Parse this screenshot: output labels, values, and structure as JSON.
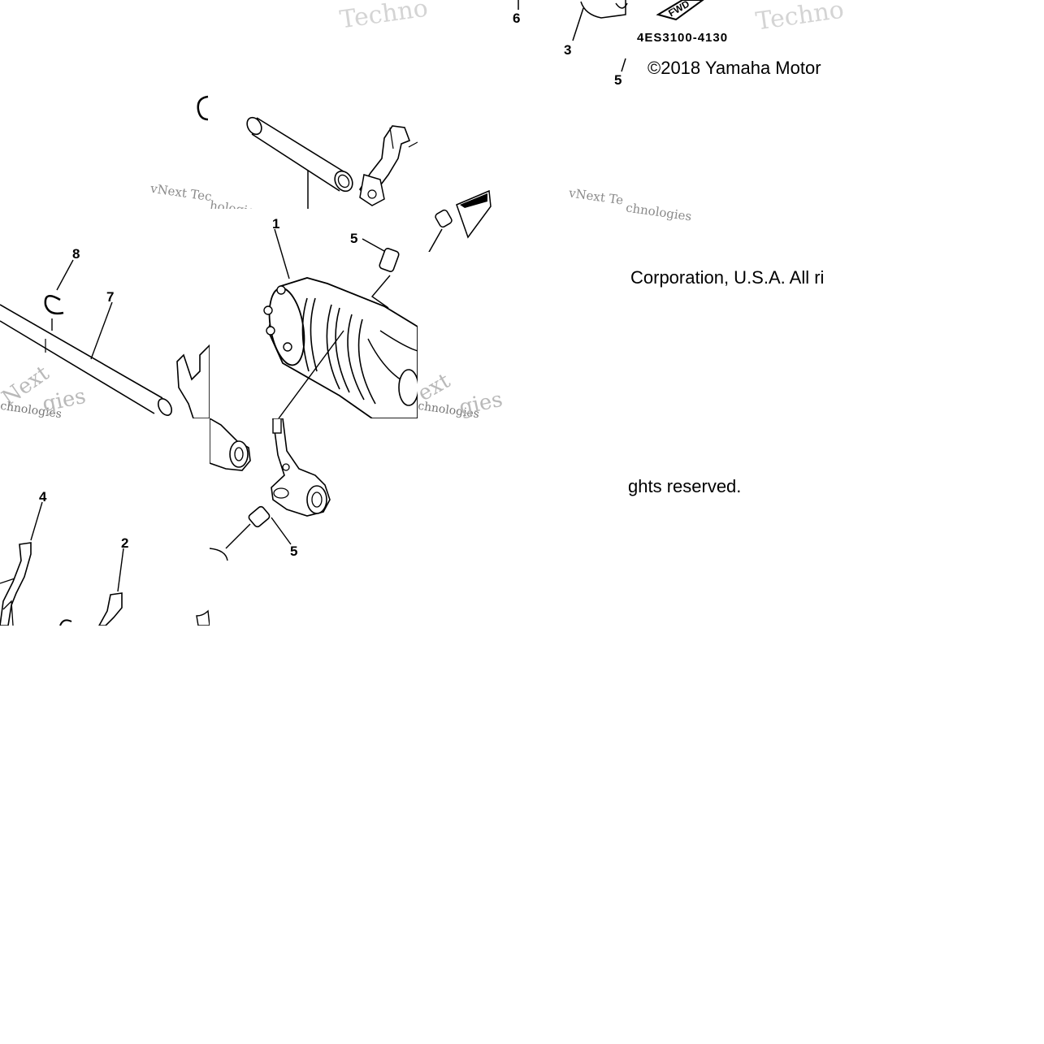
{
  "diagram": {
    "part_number": "4ES3100-4130",
    "copyright_line1": "©2018 Yamaha Motor",
    "copyright_line2": "Corporation, U.S.A. All ri",
    "copyright_line3": "ghts reserved.",
    "callouts": {
      "c1": "1",
      "c2": "2",
      "c3": "3",
      "c4": "4",
      "c5a": "5",
      "c5b": "5",
      "c5c": "5",
      "c6": "6",
      "c7": "7",
      "c8": "8"
    },
    "watermark": {
      "tech_a": "Techno",
      "tech_b": "Techno",
      "vnext_a": "vNext Tec",
      "vnext_b": "hologies",
      "vnext_c": "vNext Te",
      "vnext_d": "chnologies",
      "next_a": "Next",
      "next_b": "chnologies",
      "next_c": "gies",
      "next_d": "ext",
      "next_e": "chnologies",
      "next_f": "gies"
    }
  }
}
